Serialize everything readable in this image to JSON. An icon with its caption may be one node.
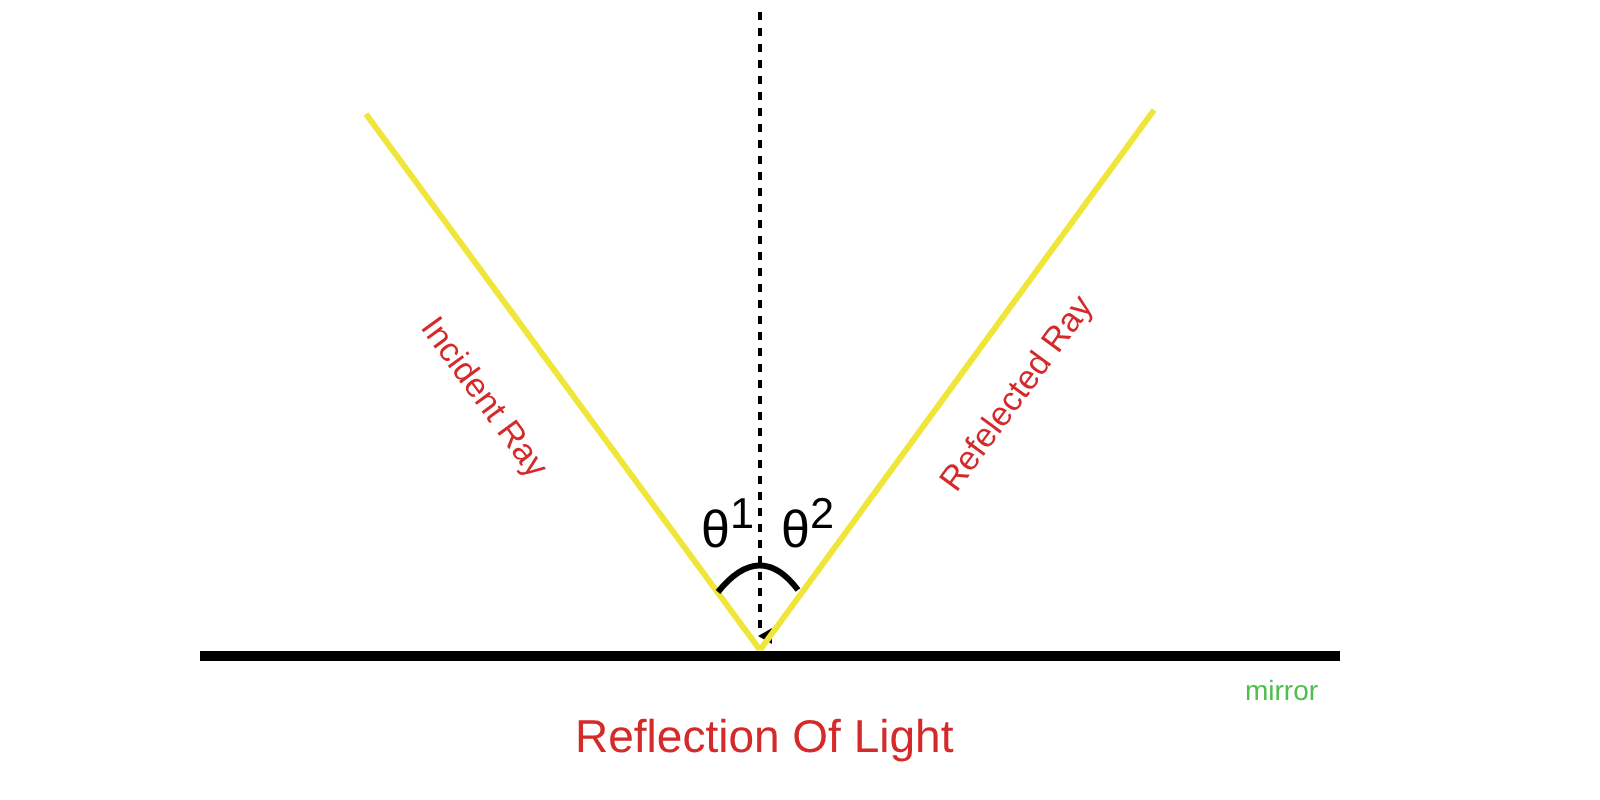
{
  "diagram": {
    "title": "Reflection Of Light",
    "labels": [
      "Incident Ray",
      "Refelected Ray",
      "θ$^{1}$",
      "θ$^{2}$",
      "mirror"
    ]
  }
}
